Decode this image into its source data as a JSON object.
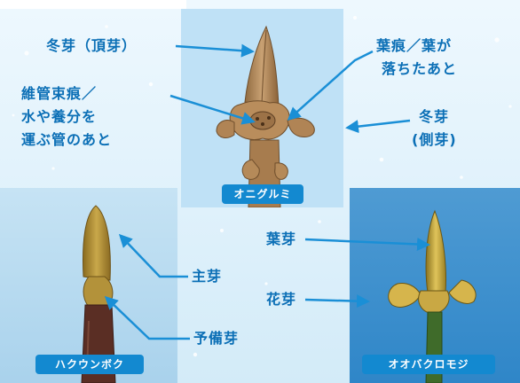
{
  "labels": {
    "terminal_bud": "冬芽（頂芽）",
    "leaf_scar_1": "葉痕／葉が",
    "leaf_scar_2": "落ちたあと",
    "vascular_1": "維管束痕／",
    "vascular_2": "水や養分を",
    "vascular_3": "運ぶ管のあと",
    "lateral_bud_1": "冬芽",
    "lateral_bud_2": "(側芽)",
    "leaf_bud": "葉芽",
    "flower_bud": "花芽",
    "main_bud": "主芽",
    "reserve_bud": "予備芽"
  },
  "captions": {
    "walnut": "オニグルミ",
    "hakuunboku": "ハクウンボク",
    "oobaku": "オオバクロモジ"
  },
  "colors": {
    "label_blue": "#0b6fb6",
    "arrow_blue": "#1a8fd6",
    "caption_bg": "#1389d0"
  }
}
